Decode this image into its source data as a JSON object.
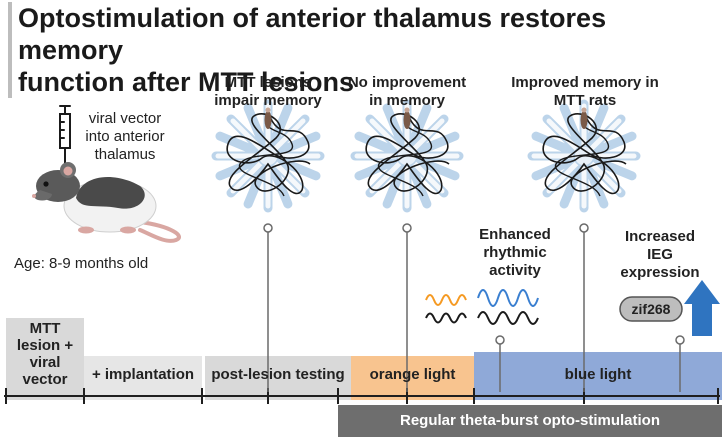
{
  "title": {
    "line1": "Optostimulation of anterior thalamus restores memory",
    "line2": "function after MTT lesions"
  },
  "left_panel": {
    "injection_line1": "viral vector",
    "injection_line2": "into anterior",
    "injection_line3": "thalamus",
    "age": "Age: 8-9 months old"
  },
  "maze_labels": {
    "m1_line1": "MTT lesions",
    "m1_line2": "impair memory",
    "m2_line1": "No improvement",
    "m2_line2": "in memory",
    "m3_line1": "Improved memory in",
    "m3_line2": "MTT rats"
  },
  "annotations": {
    "rhythm_line1": "Enhanced",
    "rhythm_line2": "rhythmic",
    "rhythm_line3": "activity",
    "ieg_line1": "Increased",
    "ieg_line2": "IEG",
    "ieg_line3": "expression",
    "gene": "zif268"
  },
  "timeline": {
    "stage1_line1": "MTT",
    "stage1_line2": "lesion +",
    "stage1_line3": "viral",
    "stage1_line4": "vector",
    "stage2": "+ implantation",
    "stage3": "post-lesion testing",
    "stage4": "orange light",
    "stage5": "blue light",
    "stim_bar": "Regular theta-burst opto-stimulation"
  },
  "colors": {
    "gray_box": "#d9d9d9",
    "orange": "#f8c48f",
    "blue": "#8fa9d8",
    "dark_bar": "#6e6e6e",
    "arrow": "#2f74c0",
    "orange_wave": "#f59a23",
    "blue_wave": "#3a7fd0"
  }
}
